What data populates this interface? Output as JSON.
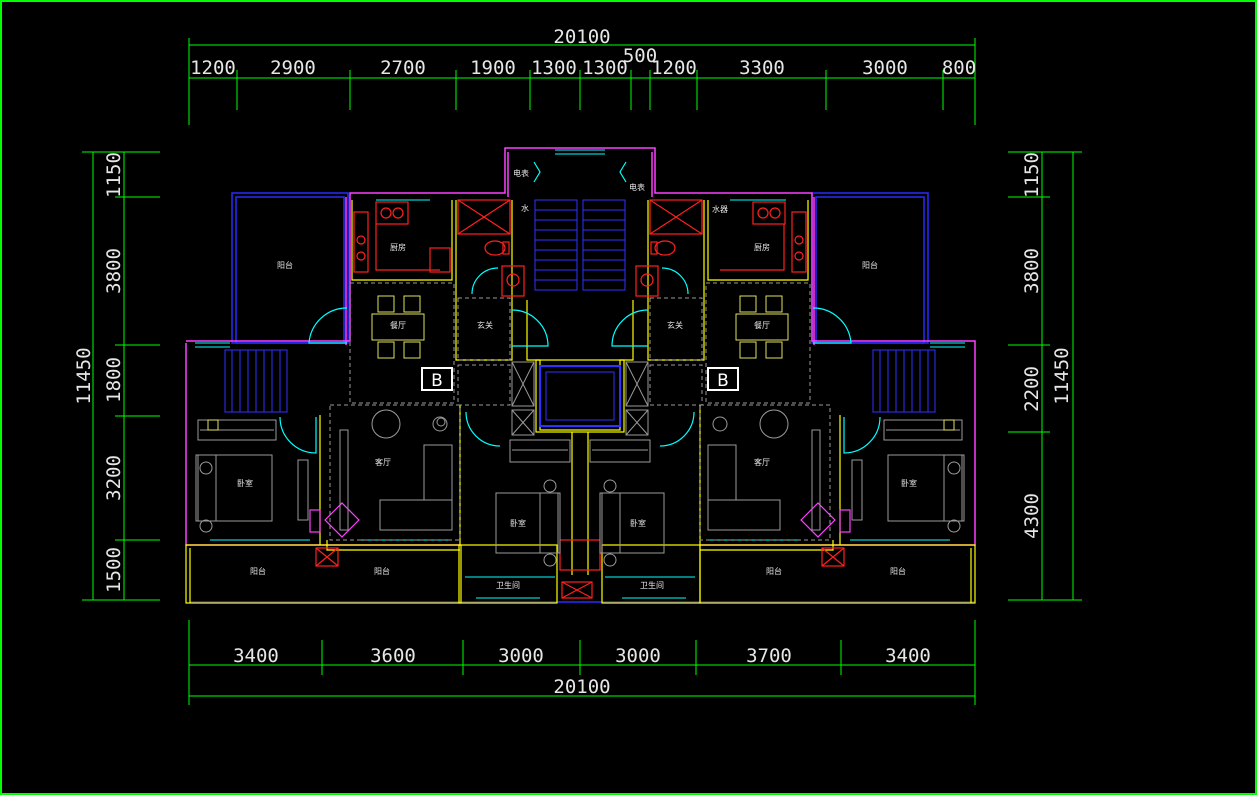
{
  "dimensions": {
    "top_total": "20100",
    "top_extra": "500",
    "top_segments": [
      "1200",
      "2900",
      "2700",
      "1900",
      "1300",
      "1300",
      "1200",
      "3300",
      "3000",
      "800"
    ],
    "bottom_segments": [
      "3400",
      "3600",
      "3000",
      "3000",
      "3700",
      "3400"
    ],
    "bottom_total": "20100",
    "left_total": "11450",
    "left_segments": [
      "1150",
      "3800",
      "1800",
      "3200",
      "1500"
    ],
    "right_total": "11450",
    "right_segments": [
      "1150",
      "3800",
      "2200",
      "4300"
    ]
  },
  "room_labels": {
    "left_balcony_top": "阳台",
    "left_kitchen": "厨房",
    "left_dining": "餐厅",
    "left_entry": "玄关",
    "left_living": "客厅",
    "left_bedroom": "卧室",
    "left_balcony_bottom": "阳台",
    "left_terrace": "阳台",
    "center_bedroom_left": "卧室",
    "center_bedroom_right": "卧室",
    "center_bath_left": "卫生间",
    "center_bath_right": "卫生间",
    "stair_meter_left": "电表",
    "stair_water_left": "水",
    "stair_meter_right": "电表",
    "right_kitchen": "厨房",
    "right_water_heater": "水器",
    "right_dining": "餐厅",
    "right_entry": "玄关",
    "right_living": "客厅",
    "right_bedroom": "卧室",
    "right_balcony_top": "阳台",
    "right_balcony_bottom": "阳台",
    "right_terrace": "阳台"
  },
  "unit_marks": {
    "left": "B",
    "right": "B"
  },
  "colors": {
    "frame": "#00ff00",
    "dimension": "#00ff00",
    "wall_outer": "#ff40ff",
    "wall_inner": "#ffff00",
    "window": "#00ffff",
    "stair": "#2a2aff",
    "fixture": "#ff2020",
    "furniture": "#9a9a9a",
    "door": "#00ffff"
  }
}
